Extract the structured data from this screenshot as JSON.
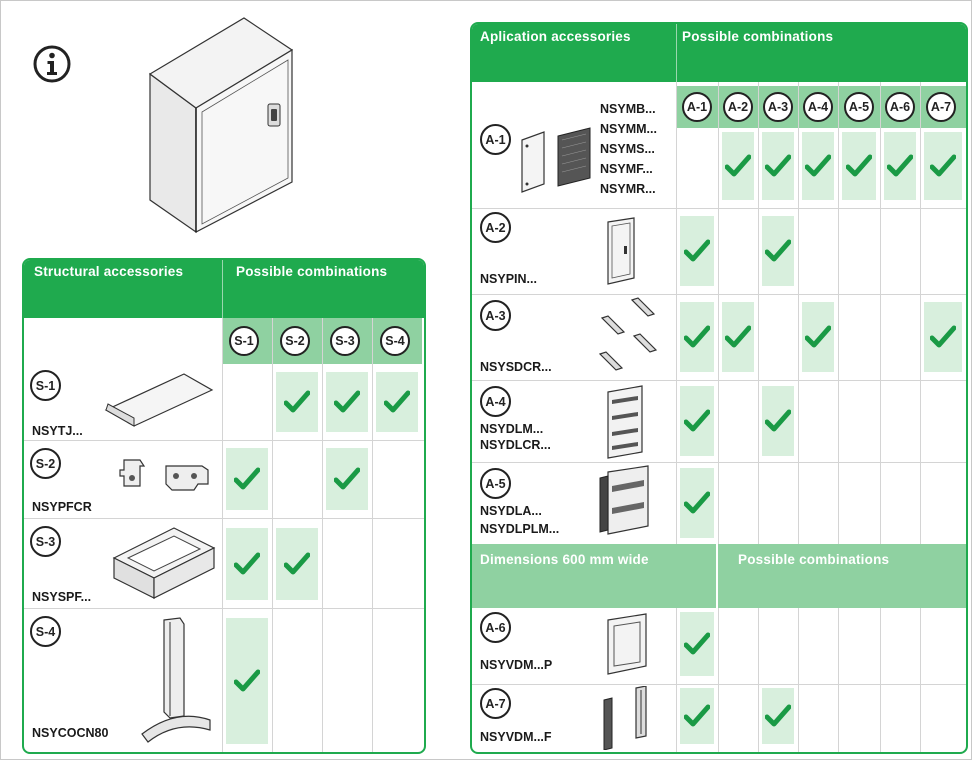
{
  "structural": {
    "header": {
      "left": "Structural accessories",
      "right": "Possible combinations"
    },
    "columns": [
      "S-1",
      "S-2",
      "S-3",
      "S-4"
    ],
    "rows": [
      {
        "badge": "S-1",
        "codes": [
          "NSYTJ..."
        ],
        "checks": [
          false,
          true,
          true,
          true
        ]
      },
      {
        "badge": "S-2",
        "codes": [
          "NSYPFCR"
        ],
        "checks": [
          true,
          false,
          true,
          false
        ]
      },
      {
        "badge": "S-3",
        "codes": [
          "NSYSPF..."
        ],
        "checks": [
          true,
          true,
          false,
          false
        ]
      },
      {
        "badge": "S-4",
        "codes": [
          "NSYCOCN80"
        ],
        "checks": [
          true,
          false,
          false,
          false
        ]
      }
    ]
  },
  "application": {
    "header": {
      "left": "Aplication accessories",
      "right": "Possible combinations"
    },
    "columns": [
      "A-1",
      "A-2",
      "A-3",
      "A-4",
      "A-5",
      "A-6",
      "A-7"
    ],
    "rows": [
      {
        "badge": "A-1",
        "codes": [
          "NSYMB...",
          "NSYMM...",
          "NSYMS...",
          "NSYMF...",
          "NSYMR..."
        ],
        "checks": [
          false,
          true,
          true,
          true,
          true,
          true,
          true
        ]
      },
      {
        "badge": "A-2",
        "codes": [
          "NSYPIN..."
        ],
        "checks": [
          true,
          false,
          true,
          false,
          false,
          false,
          false
        ]
      },
      {
        "badge": "A-3",
        "codes": [
          "NSYSDCR..."
        ],
        "checks": [
          true,
          true,
          false,
          true,
          false,
          false,
          true
        ]
      },
      {
        "badge": "A-4",
        "codes": [
          "NSYDLM...",
          "NSYDLCR..."
        ],
        "checks": [
          true,
          false,
          true,
          false,
          false,
          false,
          false
        ]
      },
      {
        "badge": "A-5",
        "codes": [
          "NSYDLA...",
          "NSYDLPLM..."
        ],
        "checks": [
          true,
          false,
          false,
          false,
          false,
          false,
          false
        ]
      }
    ],
    "sub_header": {
      "left": "Dimensions 600 mm wide",
      "right": "Possible combinations"
    },
    "rows_600": [
      {
        "badge": "A-6",
        "codes": [
          "NSYVDM...P"
        ],
        "checks": [
          true,
          false,
          false,
          false,
          false,
          false,
          false
        ]
      },
      {
        "badge": "A-7",
        "codes": [
          "NSYVDM...F"
        ],
        "checks": [
          true,
          false,
          true,
          false,
          false,
          false,
          false
        ]
      }
    ]
  },
  "icons": {
    "info": "info-icon",
    "check": "check-icon"
  },
  "colors": {
    "header_green": "#1faa4e",
    "sub_header_green": "#8fd1a1",
    "check_green": "#1a9a45",
    "check_cell": "#d8efdd"
  }
}
